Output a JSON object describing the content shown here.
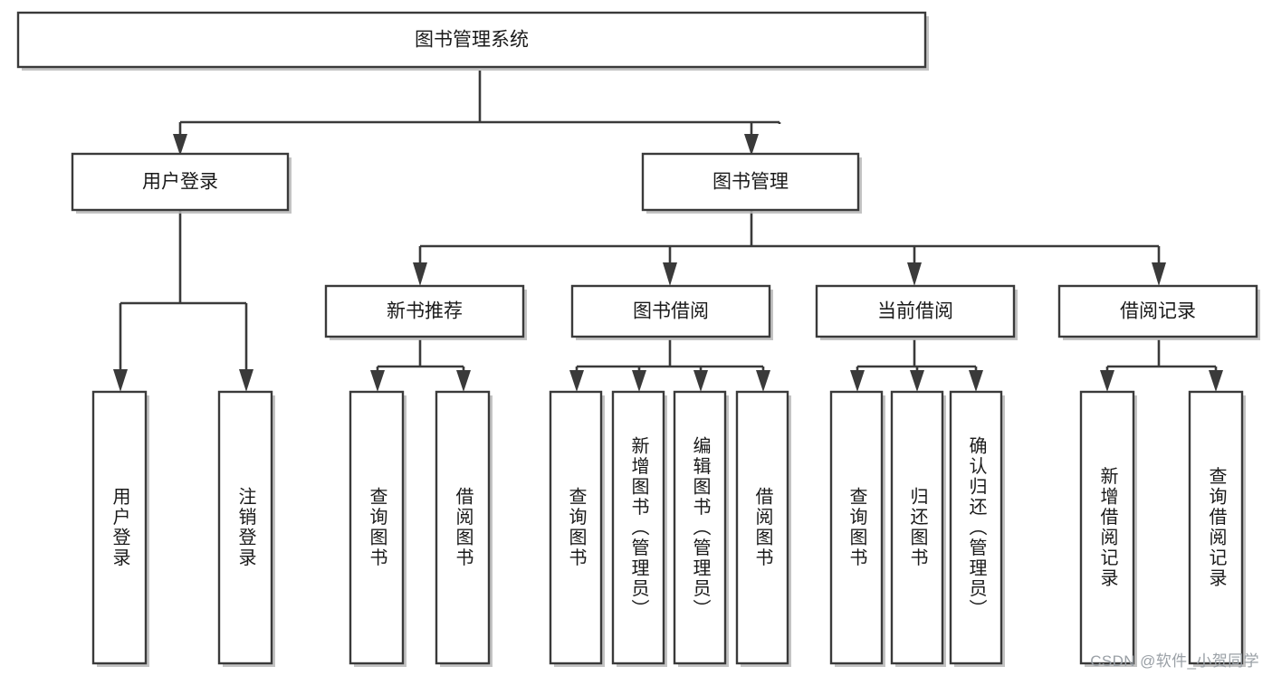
{
  "diagram": {
    "type": "tree-hierarchy",
    "title": "图书管理系统",
    "orientation": "top-down",
    "colors": {
      "stroke": "#3a3a3a",
      "box_fill": "#ffffff",
      "text": "#1a1a1a",
      "background": "#ffffff",
      "watermark": "#9aa0a6"
    },
    "root": {
      "label": "图书管理系统",
      "level": 0
    },
    "level1": [
      {
        "label": "用户登录",
        "level": 1
      },
      {
        "label": "图书管理",
        "level": 1
      }
    ],
    "level2": [
      {
        "label": "新书推荐",
        "parent": "图书管理",
        "level": 2
      },
      {
        "label": "图书借阅",
        "parent": "图书管理",
        "level": 2
      },
      {
        "label": "当前借阅",
        "parent": "图书管理",
        "level": 2
      },
      {
        "label": "借阅记录",
        "parent": "图书管理",
        "level": 2
      }
    ],
    "leaves": [
      {
        "label": "用户登录",
        "parent": "用户登录",
        "level": 2
      },
      {
        "label": "注销登录",
        "parent": "用户登录",
        "level": 2
      },
      {
        "label": "查询图书",
        "parent": "新书推荐",
        "level": 3
      },
      {
        "label": "借阅图书",
        "parent": "新书推荐",
        "level": 3
      },
      {
        "label": "查询图书",
        "parent": "图书借阅",
        "level": 3
      },
      {
        "label": "新增图书（管理员）",
        "parent": "图书借阅",
        "level": 3
      },
      {
        "label": "编辑图书（管理员）",
        "parent": "图书借阅",
        "level": 3
      },
      {
        "label": "借阅图书",
        "parent": "图书借阅",
        "level": 3
      },
      {
        "label": "查询图书",
        "parent": "当前借阅",
        "level": 3
      },
      {
        "label": "归还图书",
        "parent": "当前借阅",
        "level": 3
      },
      {
        "label": "确认归还（管理员）",
        "parent": "当前借阅",
        "level": 3
      },
      {
        "label": "新增借阅记录",
        "parent": "借阅记录",
        "level": 3
      },
      {
        "label": "查询借阅记录",
        "parent": "借阅记录",
        "level": 3
      }
    ]
  },
  "watermark": {
    "text": "CSDN @软件_小贺同学"
  }
}
